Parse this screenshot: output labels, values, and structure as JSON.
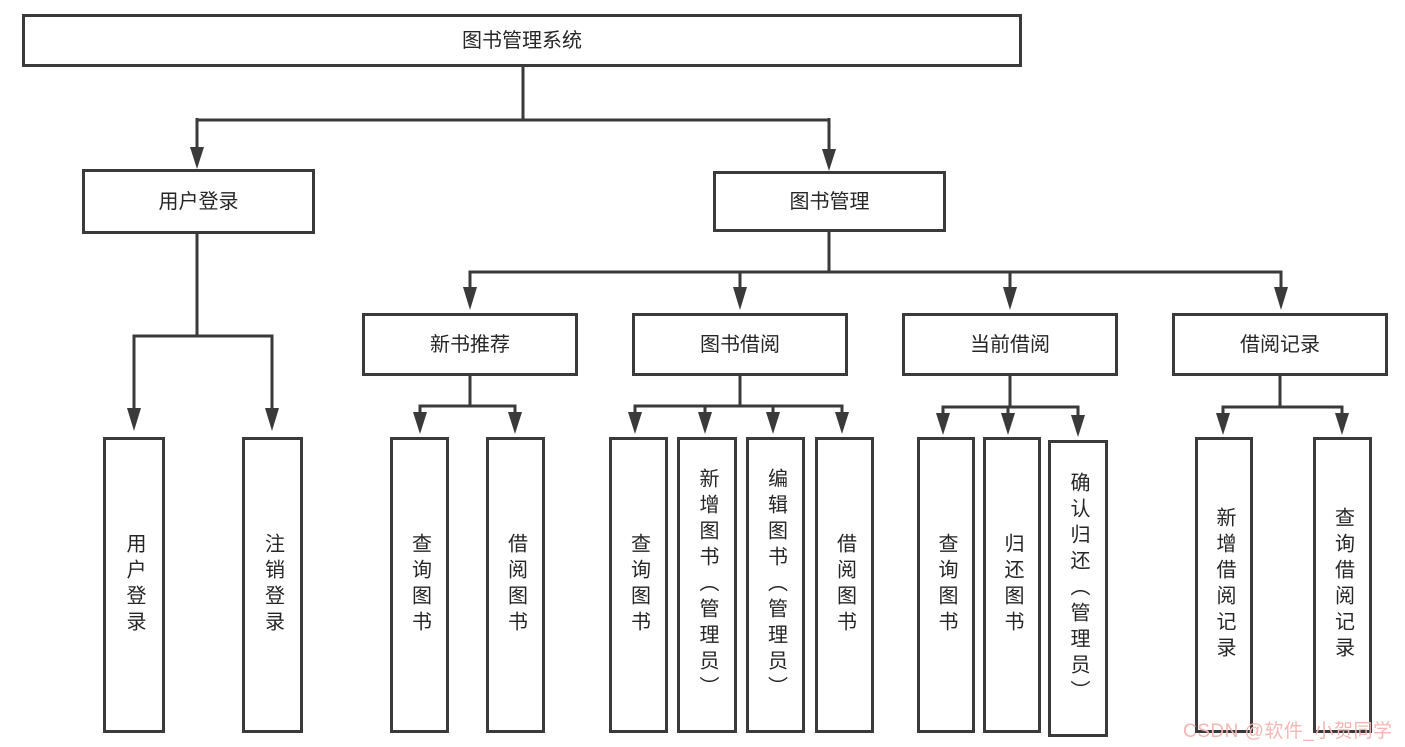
{
  "tree": {
    "root": "图书管理系统",
    "children": [
      {
        "label": "用户登录",
        "children": [
          {
            "label": "用户登录"
          },
          {
            "label": "注销登录"
          }
        ]
      },
      {
        "label": "图书管理",
        "children": [
          {
            "label": "新书推荐",
            "children": [
              {
                "label": "查询图书"
              },
              {
                "label": "借阅图书"
              }
            ]
          },
          {
            "label": "图书借阅",
            "children": [
              {
                "label": "查询图书"
              },
              {
                "label": "新增图书（管理员）"
              },
              {
                "label": "编辑图书（管理员）"
              },
              {
                "label": "借阅图书"
              }
            ]
          },
          {
            "label": "当前借阅",
            "children": [
              {
                "label": "查询图书"
              },
              {
                "label": "归还图书"
              },
              {
                "label": "确认归还（管理员）"
              }
            ]
          },
          {
            "label": "借阅记录",
            "children": [
              {
                "label": "新增借阅记录"
              },
              {
                "label": "查询借阅记录"
              }
            ]
          }
        ]
      }
    ]
  },
  "watermark": {
    "text": "CSDN @软件_小贺同学"
  },
  "colors": {
    "line": "#3a3a3a",
    "text": "#262626",
    "background": "#ffffff",
    "watermark": "#f3b7b3"
  }
}
